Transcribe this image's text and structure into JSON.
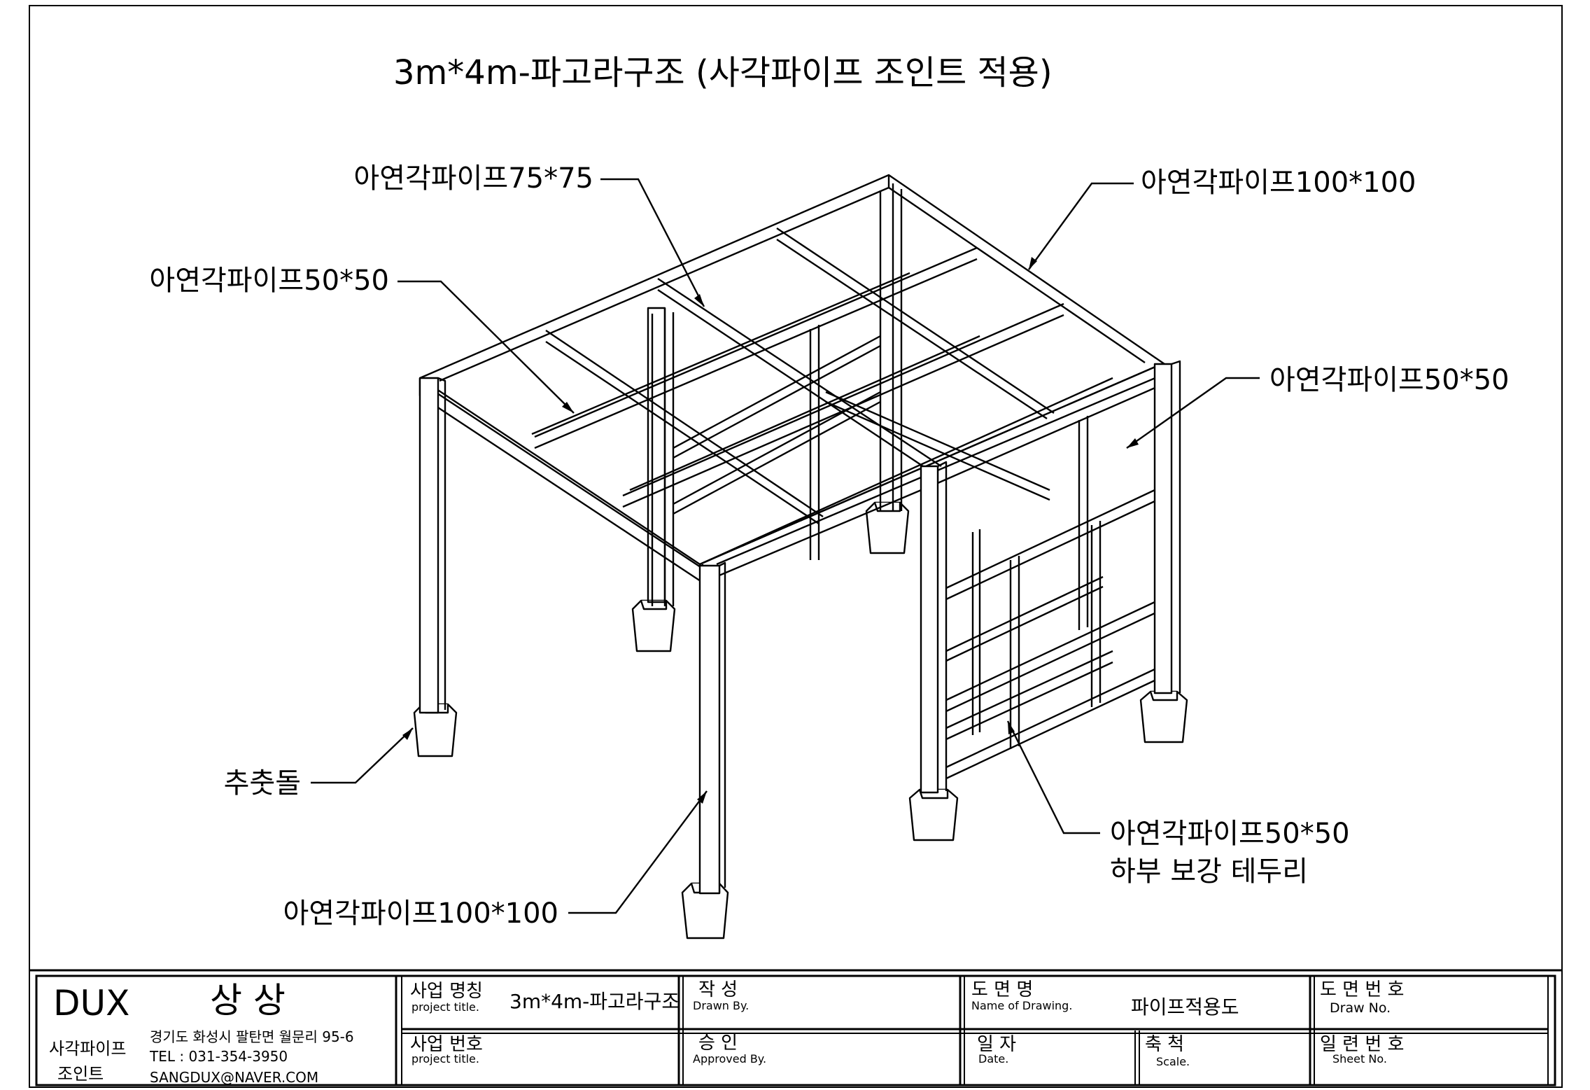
{
  "title": "3m*4m-파고라구조 (사각파이프 조인트 적용)",
  "callouts": {
    "top_left_75": "아연각파이프75*75",
    "top_right_100": "아연각파이프100*100",
    "left_50": "아연각파이프50*50",
    "right_50": "아연각파이프50*50",
    "footing": "추춧돌",
    "bottom_50_line1": "아연각파이프50*50",
    "bottom_50_line2": "하부 보강 테두리",
    "bottom_100": "아연각파이프100*100"
  },
  "title_block": {
    "company_logo": "DUX",
    "company_name": "상 상",
    "company_sub_line1": "사각파이프",
    "company_sub_line2": "조인트",
    "address": "경기도 화성시 팔탄면 월문리 95-6",
    "tel": "TEL : 031-354-3950",
    "email": "SANGDUX@NAVER.COM",
    "project_name_label": "사업 명칭",
    "project_name_sub": "project title.",
    "project_name_value": "3m*4m-파고라구조",
    "project_no_label": "사업 번호",
    "project_no_sub": "project title.",
    "drawn_label": "작 성",
    "drawn_sub": "Drawn By.",
    "approved_label": "승 인",
    "approved_sub": "Approved By.",
    "drawing_name_label": "도 면 명",
    "drawing_name_sub": "Name of Drawing.",
    "drawing_name_value": "파이프적용도",
    "date_label": "일 자",
    "date_sub": "Date.",
    "scale_label": "축 척",
    "scale_sub": "Scale.",
    "drawing_no_label": "도 면 번 호",
    "drawing_no_sub": "Draw No.",
    "sheet_no_label": "일 련 번 호",
    "sheet_no_sub": "Sheet No."
  }
}
